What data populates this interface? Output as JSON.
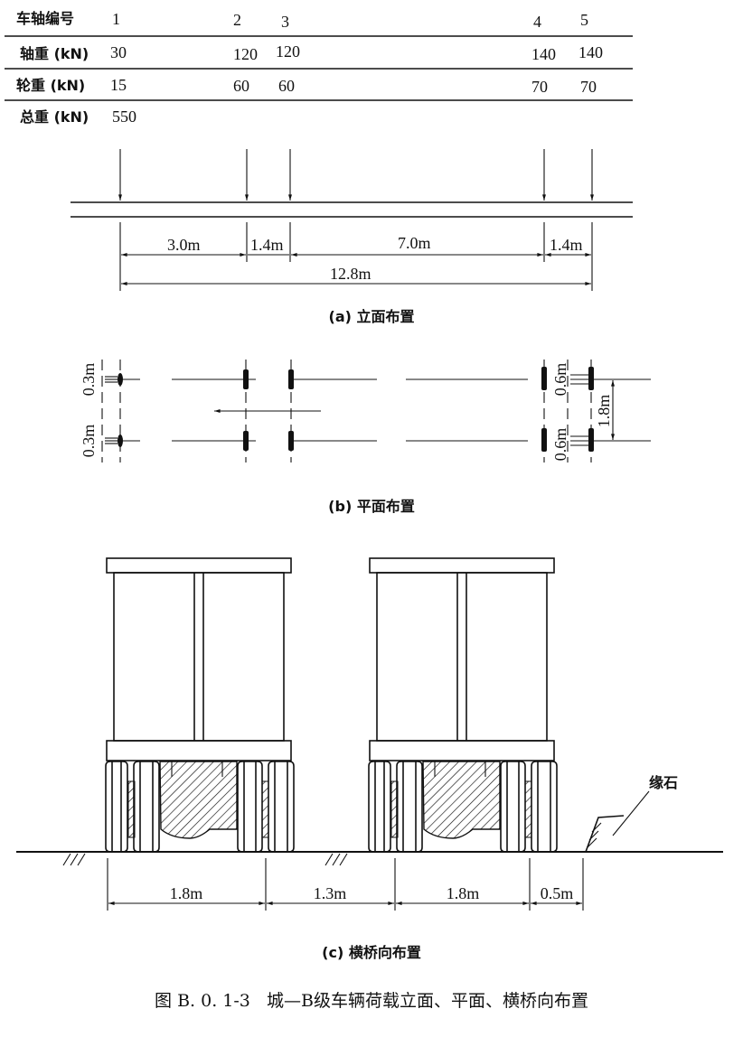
{
  "table": {
    "rows": [
      {
        "label": "车轴编号",
        "values": [
          "1",
          "2",
          "3",
          "4",
          "5"
        ]
      },
      {
        "label": "轴重 (kN)",
        "values": [
          "30",
          "120",
          "120",
          "140",
          "140"
        ]
      },
      {
        "label": "轮重 (kN)",
        "values": [
          "15",
          "60",
          "60",
          "70",
          "70"
        ]
      },
      {
        "label": "总重 (kN)",
        "values": [
          "550"
        ]
      }
    ]
  },
  "elevation": {
    "spacings": [
      "3.0m",
      "1.4m",
      "7.0m",
      "1.4m"
    ],
    "total": "12.8m",
    "caption": "(a) 立面布置"
  },
  "plan": {
    "front_wheel_width": "0.3m",
    "rear_wheel_width": "0.6m",
    "track": "1.8m",
    "caption": "(b) 平面布置"
  },
  "cross": {
    "dims": [
      "1.8m",
      "1.3m",
      "1.8m",
      "0.5m"
    ],
    "curb_label": "缘石",
    "caption": "(c) 横桥向布置"
  },
  "figure_caption": "图 B. 0. 1-3   城—B级车辆荷载立面、平面、横桥向布置"
}
